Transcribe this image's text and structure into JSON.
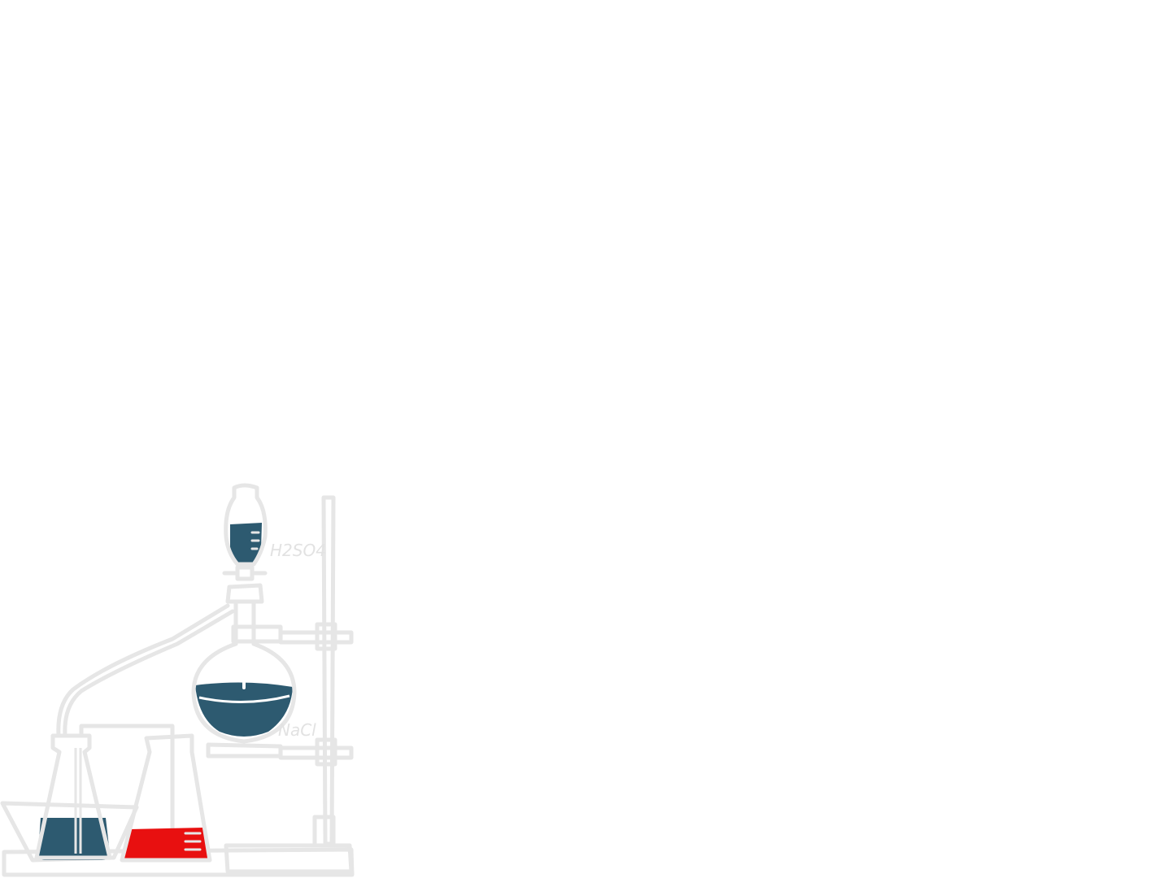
{
  "illustration": {
    "subject": "chemistry-lab-apparatus",
    "labels": {
      "funnel_reagent": "H2SO4",
      "flask_reagent": "NaCl"
    }
  },
  "colors": {
    "background": "#ffffff",
    "outline": "#e6e6e6",
    "liquid_blue": "#2d5a70",
    "liquid_red": "#e81010"
  }
}
